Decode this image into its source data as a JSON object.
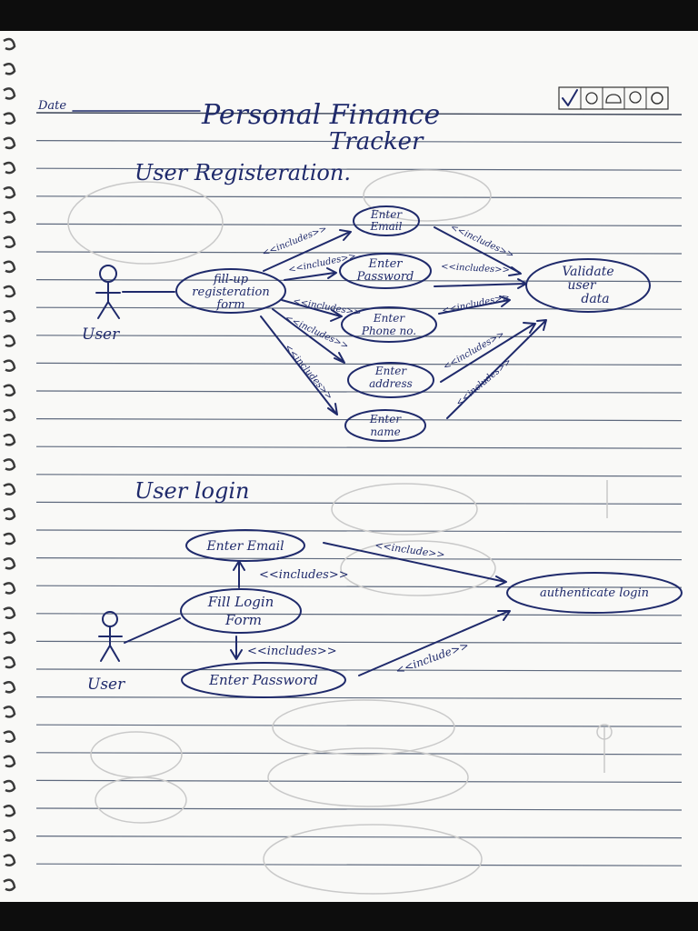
{
  "header": {
    "date_label": "Date",
    "title_line1": "Personal Finance",
    "title_line2": "Tracker",
    "corner_icons": [
      "check-icon",
      "gear-icon",
      "cloud-icon",
      "skull-icon",
      "sun-icon"
    ]
  },
  "registration": {
    "section_title": "User Registeration.",
    "actor_label": "User",
    "main_use_case": [
      "fill-up",
      "registeration",
      "form"
    ],
    "included_use_cases": [
      [
        "Enter",
        "Email"
      ],
      [
        "Enter",
        "Password"
      ],
      [
        "Enter",
        "Phone no."
      ],
      [
        "Enter",
        "address"
      ],
      [
        "Enter",
        "name"
      ]
    ],
    "validate_use_case": [
      "Validate",
      "user",
      "data"
    ],
    "include_label": "<<includes>>"
  },
  "login": {
    "section_title": "User login",
    "actor_label": "User",
    "main_use_case": [
      "Fill Login",
      "Form"
    ],
    "enter_email": "Enter Email",
    "enter_password": "Enter Password",
    "authenticate": "authenticate login",
    "includes_label": "<<includes>>",
    "include_label": "<<include>>"
  }
}
